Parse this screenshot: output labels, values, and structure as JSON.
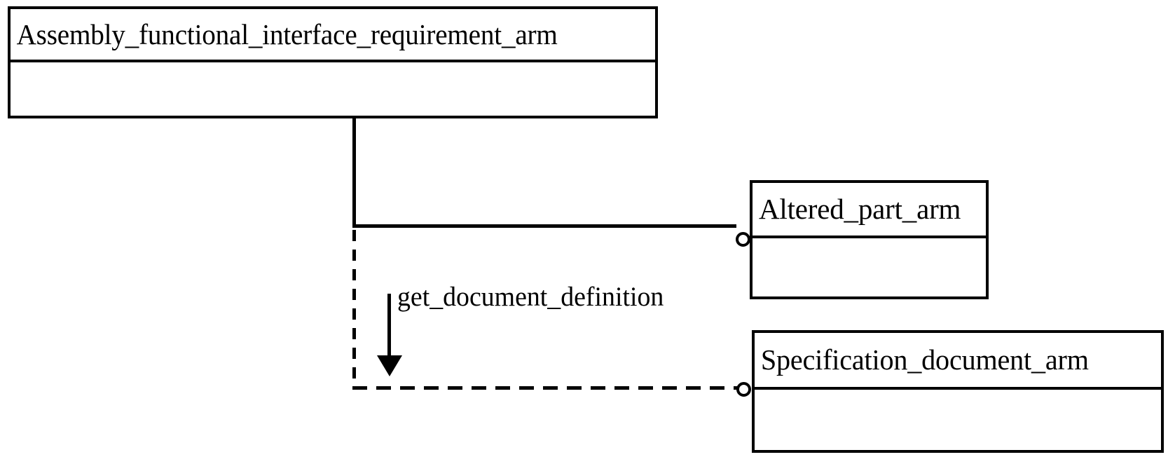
{
  "diagram": {
    "type": "express-g-entity-diagram",
    "background_color": "#ffffff",
    "line_color": "#000000",
    "entities": [
      {
        "id": "assembly",
        "name": "Assembly_functional_interface_requirement_arm"
      },
      {
        "id": "altered",
        "name": "Altered_part_arm"
      },
      {
        "id": "specification",
        "name": "Specification_document_arm"
      }
    ],
    "relationships": [
      {
        "id": "assembly-to-altered",
        "style": "solid",
        "from": "assembly",
        "to": "altered",
        "end_marker": "open-circle",
        "label": ""
      },
      {
        "id": "assembly-to-specification",
        "style": "dashed",
        "from": "assembly",
        "to": "specification",
        "end_marker": "open-circle",
        "label": ""
      }
    ],
    "annotations": [
      {
        "id": "get-document-definition",
        "label": "get_document_definition",
        "marker": "filled-arrowhead-down"
      }
    ]
  }
}
